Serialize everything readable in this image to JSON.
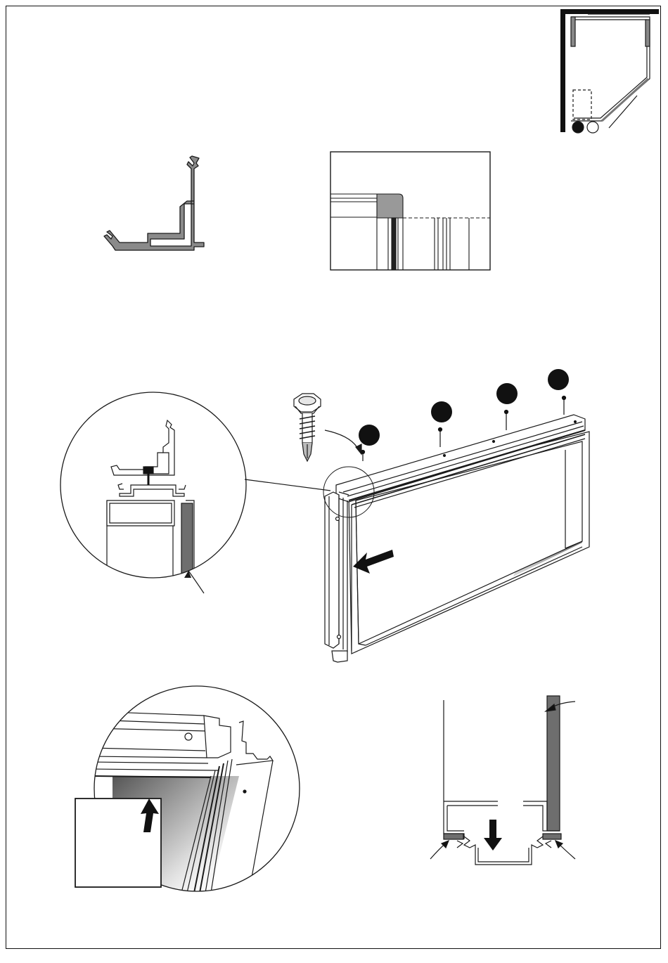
{
  "diagram": {
    "colors": {
      "stroke": "#1a1a1a",
      "profile_fill": "#8a8a8a",
      "seal_fill": "#6e6e6e",
      "light_fill": "#ffffff",
      "wall": "#111111",
      "highlight": "#b0b0b0"
    },
    "step_markers": {
      "count": 4,
      "style": "filled-black-circle"
    },
    "arrows": [
      {
        "name": "push-left-arrow",
        "direction": "left"
      },
      {
        "name": "push-up-arrow",
        "direction": "up"
      },
      {
        "name": "push-down-arrow",
        "direction": "down"
      }
    ],
    "icons": [
      "self-drilling-screw-icon",
      "corner-profile-icon",
      "shower-floorplan-icon"
    ]
  }
}
